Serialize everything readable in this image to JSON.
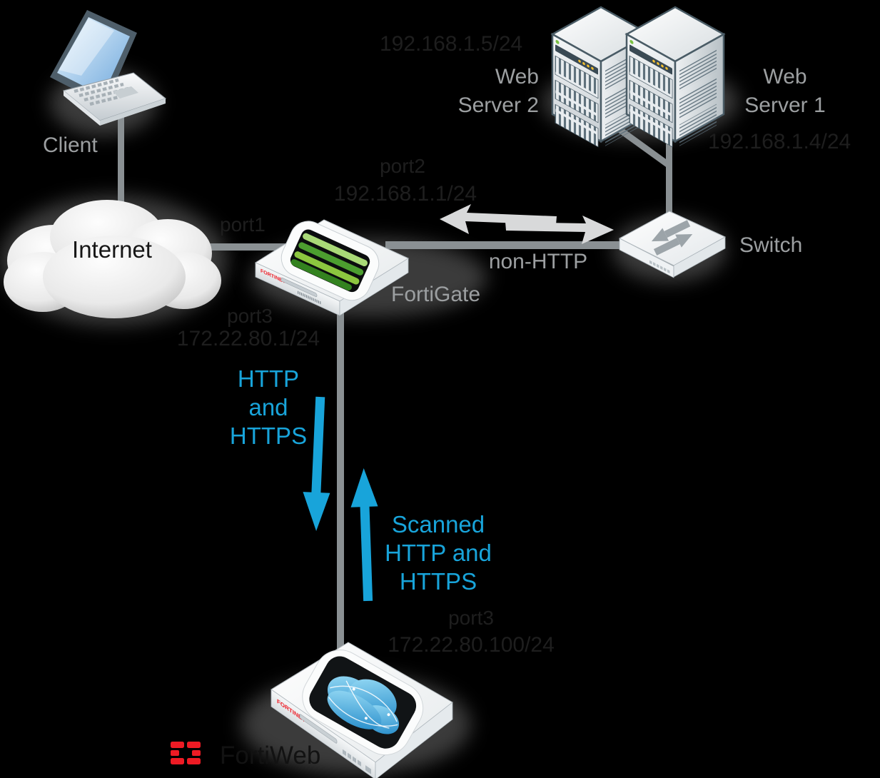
{
  "diagram": {
    "colors": {
      "accent_blue": "#18A4DA",
      "label_gray": "#9C9FA1",
      "label_dark": "#1E1E1E",
      "line_gray": "#8A9093",
      "arrow_light": "#D8D9DA",
      "brand_red": "#EE1B24"
    },
    "nodes": {
      "client": {
        "label": "Client"
      },
      "internet": {
        "label": "Internet"
      },
      "fortigate": {
        "label": "FortiGate",
        "brand": "FORTINET"
      },
      "switch": {
        "label": "Switch"
      },
      "web_server_2": {
        "name_line1": "Web",
        "name_line2": "Server 2",
        "ip": "192.168.1.5/24"
      },
      "web_server_1": {
        "name_line1": "Web",
        "name_line2": "Server 1",
        "ip": "192.168.1.4/24"
      },
      "fortiweb": {
        "label": "FortiWeb",
        "brand": "FORTINET"
      }
    },
    "interfaces": {
      "port1": {
        "label": "port1"
      },
      "port2": {
        "label": "port2",
        "ip": "192.168.1.1/24"
      },
      "fortigate_port3": {
        "label": "port3",
        "ip": "172.22.80.1/24"
      },
      "fortiweb_port3": {
        "label": "port3",
        "ip": "172.22.80.100/24"
      }
    },
    "flows": {
      "non_http": {
        "label": "non-HTTP"
      },
      "http_to_fortiweb": {
        "line1": "HTTP",
        "line2": "and",
        "line3": "HTTPS"
      },
      "scanned_from_fortiweb": {
        "line1": "Scanned",
        "line2": "HTTP and",
        "line3": "HTTPS"
      }
    }
  }
}
